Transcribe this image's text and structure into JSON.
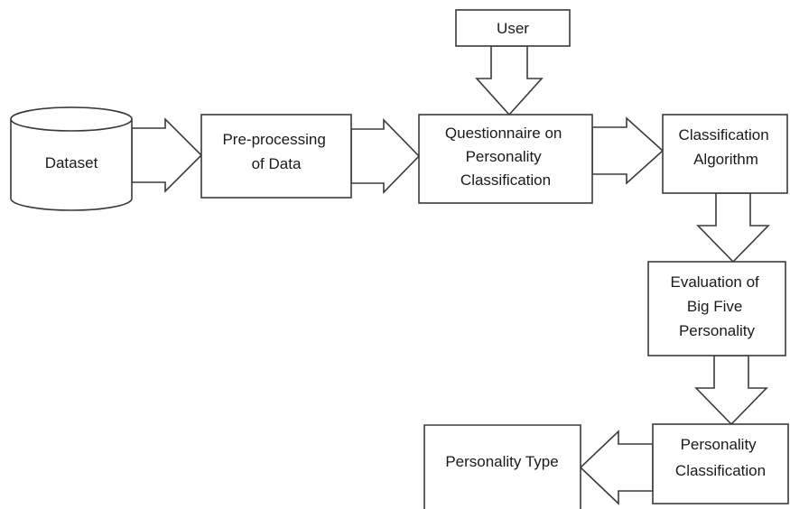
{
  "diagram": {
    "nodes": {
      "user": "User",
      "dataset": "Dataset",
      "preprocessing": [
        "Pre-processing",
        "of Data"
      ],
      "questionnaire": [
        "Questionnaire on",
        "Personality",
        "Classification"
      ],
      "algorithm": [
        "Classification",
        "Algorithm"
      ],
      "evaluation": [
        "Evaluation of",
        "Big Five",
        "Personality"
      ],
      "classification": [
        "Personality",
        "Classification"
      ],
      "personality_type": "Personality Type"
    }
  }
}
